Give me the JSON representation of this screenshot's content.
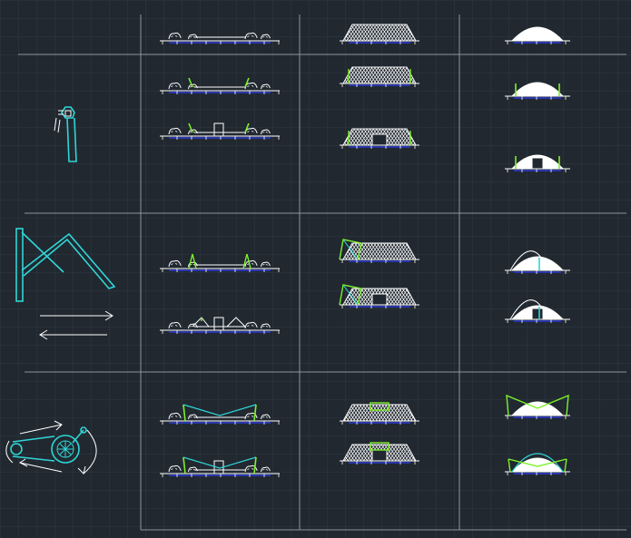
{
  "colors": {
    "background": "#212830",
    "grid": "#2f3a45",
    "table_line": "#8e959c",
    "drawing": "#ffffff",
    "accent_green": "#7cf02a",
    "accent_cyan": "#2fd6d6",
    "ground": "#2a3bd6"
  },
  "table": {
    "columns": [
      "label-icon",
      "membrane",
      "truss-cover",
      "dome"
    ],
    "rows": [
      "header",
      "static",
      "pivot",
      "crank"
    ]
  },
  "row_icons": [
    "wrench-icon",
    "pivot-arm-icon",
    "bicycle-crank-icon"
  ],
  "cells": [
    {
      "row": 0,
      "col": 1,
      "kind": "membrane",
      "variant": "plain"
    },
    {
      "row": 0,
      "col": 2,
      "kind": "truss",
      "variant": "plain"
    },
    {
      "row": 0,
      "col": 3,
      "kind": "dome",
      "variant": "plain"
    },
    {
      "row": 1,
      "col": 1,
      "kind": "membrane",
      "variant": "posts"
    },
    {
      "row": 1,
      "col": 1,
      "kind": "membrane",
      "variant": "posts-box"
    },
    {
      "row": 1,
      "col": 2,
      "kind": "truss",
      "variant": "posts"
    },
    {
      "row": 1,
      "col": 2,
      "kind": "truss",
      "variant": "posts-box"
    },
    {
      "row": 1,
      "col": 3,
      "kind": "dome",
      "variant": "posts"
    },
    {
      "row": 1,
      "col": 3,
      "kind": "dome",
      "variant": "posts-box"
    },
    {
      "row": 2,
      "col": 1,
      "kind": "membrane",
      "variant": "tilt"
    },
    {
      "row": 2,
      "col": 1,
      "kind": "membrane",
      "variant": "zigzag"
    },
    {
      "row": 2,
      "col": 2,
      "kind": "truss",
      "variant": "tilt"
    },
    {
      "row": 2,
      "col": 2,
      "kind": "truss",
      "variant": "tilt-box"
    },
    {
      "row": 2,
      "col": 3,
      "kind": "dome",
      "variant": "half"
    },
    {
      "row": 2,
      "col": 3,
      "kind": "dome",
      "variant": "half-box"
    },
    {
      "row": 3,
      "col": 1,
      "kind": "membrane",
      "variant": "cables"
    },
    {
      "row": 3,
      "col": 1,
      "kind": "membrane",
      "variant": "cables-box"
    },
    {
      "row": 3,
      "col": 2,
      "kind": "truss",
      "variant": "top-frame"
    },
    {
      "row": 3,
      "col": 2,
      "kind": "truss",
      "variant": "top-frame-box"
    },
    {
      "row": 3,
      "col": 3,
      "kind": "dome",
      "variant": "cables"
    },
    {
      "row": 3,
      "col": 3,
      "kind": "dome",
      "variant": "arches"
    }
  ]
}
